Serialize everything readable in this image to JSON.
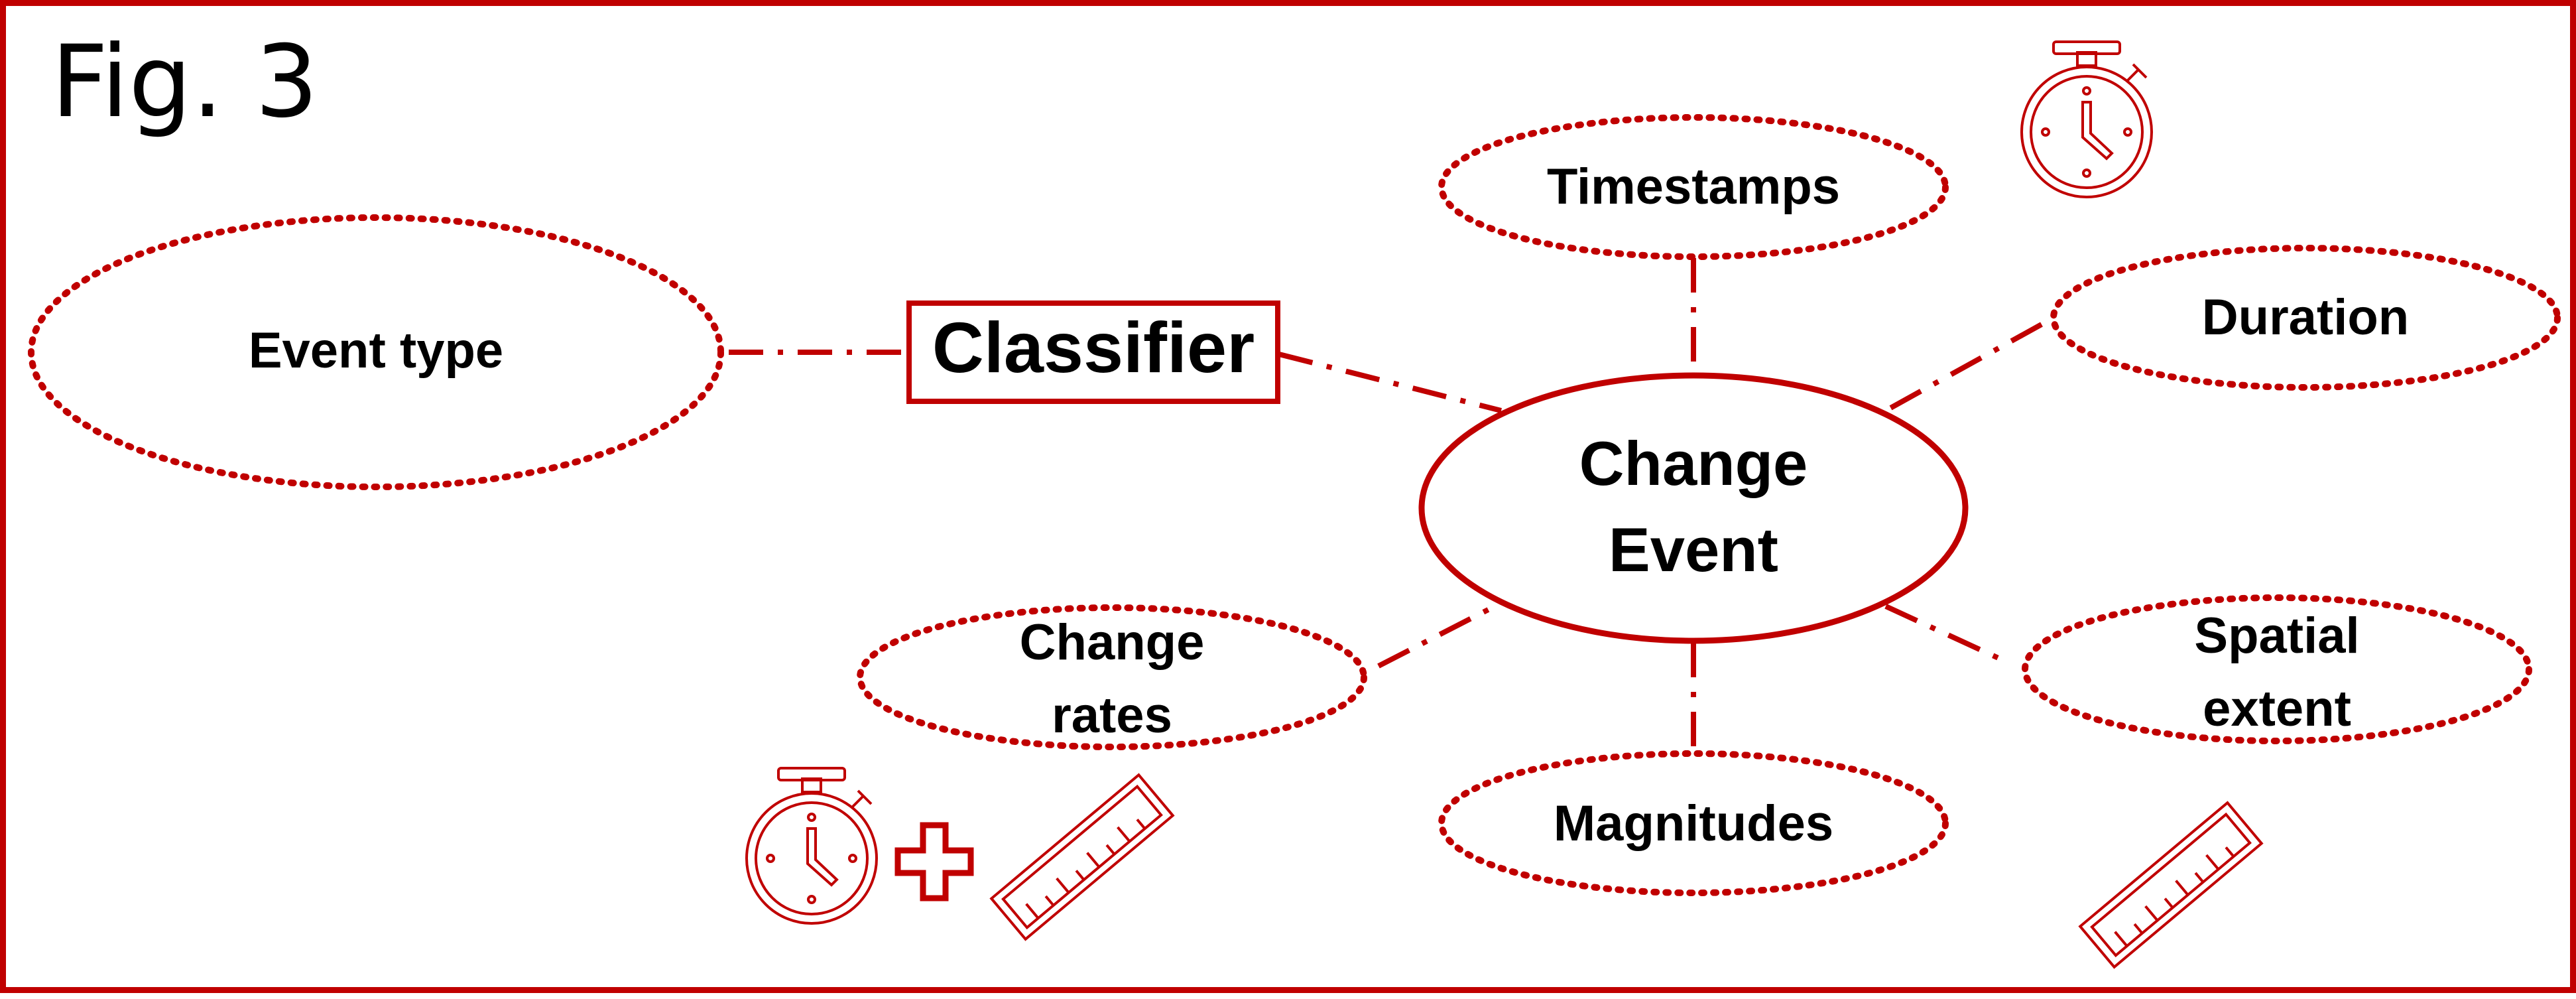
{
  "figure": {
    "label": "Fig. 3"
  },
  "classifier": {
    "label": "Classifier"
  },
  "center": {
    "line1": "Change",
    "line2": "Event"
  },
  "nodes": {
    "event_type": "Event type",
    "timestamps": "Timestamps",
    "duration": "Duration",
    "change_rates_1": "Change",
    "change_rates_2": "rates",
    "magnitudes": "Magnitudes",
    "spatial_extent_1": "Spatial",
    "spatial_extent_2": "extent"
  },
  "icons": {
    "timestamps": "stopwatch-icon",
    "change_rates": [
      "stopwatch-icon",
      "plus-icon",
      "ruler-icon"
    ],
    "spatial_extent": "ruler-icon"
  },
  "colors": {
    "accent": "#c00000",
    "text": "#000000",
    "background": "#ffffff"
  }
}
